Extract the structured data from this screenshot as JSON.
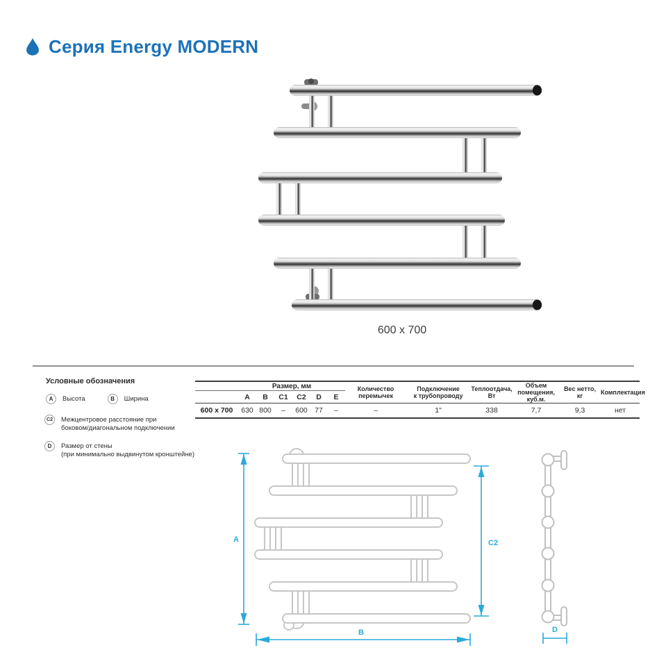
{
  "header": {
    "title": "Серия Energy MODERN",
    "accent_color": "#1c72b8"
  },
  "product": {
    "photo_caption": "600 x 700"
  },
  "legend": {
    "heading": "Условные обозначения",
    "item_a": {
      "symbol": "A",
      "text": "Высота"
    },
    "item_b": {
      "symbol": "B",
      "text": "Ширина"
    },
    "item_c2": {
      "symbol": "C2",
      "text": "Межцентровое расстояние при\nбоковом/диагональном подключении"
    },
    "item_d": {
      "symbol": "D",
      "text": "Размер от стены\n(при минимально выдвинутом кронштейне)"
    }
  },
  "table": {
    "group_header": "Размер, мм",
    "size_cols": [
      "A",
      "B",
      "C1",
      "C2",
      "D",
      "E"
    ],
    "col_bridges": "Количество\nперемычек",
    "col_connection": "Подключение\nк трубопроводу",
    "col_heat": "Теплоотдача,\nВт",
    "col_volume": "Объем\nпомещения,\nкуб.м.",
    "col_weight": "Вес нетто,\nкг",
    "col_kit": "Комплектация",
    "row": {
      "model": "600 x 700",
      "a": "630",
      "b": "800",
      "c1": "–",
      "c2": "600",
      "d": "77",
      "e": "–",
      "bridges": "–",
      "connection": "1\"",
      "heat": "338",
      "volume": "7,7",
      "weight": "9,3",
      "kit": "нет"
    }
  },
  "drawing": {
    "dim_a": "A",
    "dim_b": "B",
    "dim_c2": "C2",
    "dim_d": "D",
    "dimension_color": "#2aa9dc"
  }
}
